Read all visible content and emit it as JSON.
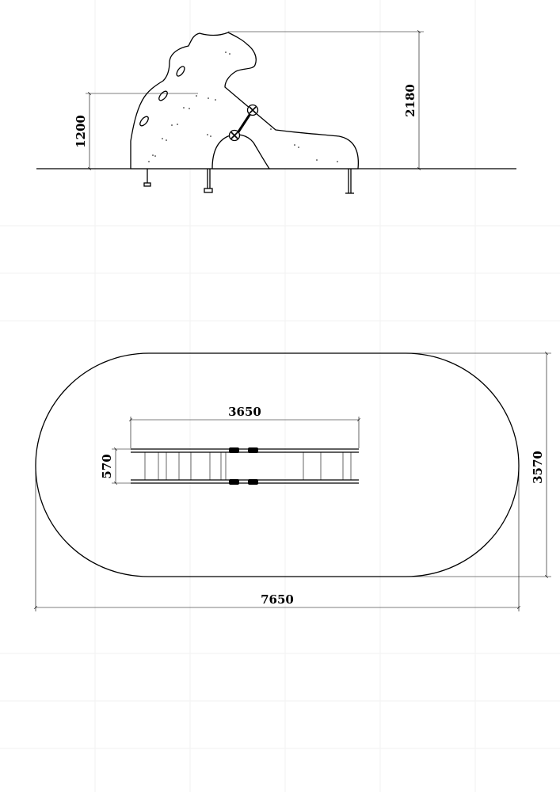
{
  "side_view": {
    "dimensions": {
      "platform_height": "1200",
      "total_height": "2180"
    }
  },
  "top_view": {
    "dimensions": {
      "slide_length": "3650",
      "slide_width": "570",
      "zone_width": "3570",
      "zone_length": "7650"
    }
  }
}
